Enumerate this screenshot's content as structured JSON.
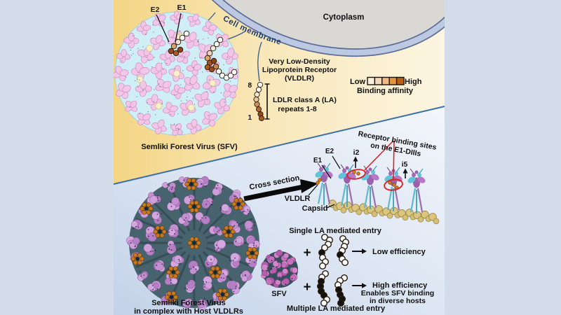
{
  "figure": {
    "top": {
      "cytoplasm_label": "Cytoplasm",
      "membrane_label": "Cell membrane",
      "e2_label": "E2",
      "e1_label": "E1",
      "virus_caption": "Semliki Forest Virus (SFV)",
      "receptor_name_line1": "Very Low-Density",
      "receptor_name_line2": "Lipoprotein Receptor",
      "receptor_name_line3": "(VLDLR)",
      "ldlr_line1": "LDLR class A (LA)",
      "ldlr_line2": "repeats 1-8",
      "repeat_top": "8",
      "repeat_bottom": "1",
      "affinity": {
        "low": "Low",
        "high": "High",
        "caption": "Binding affinity",
        "scale": [
          "#f8efdf",
          "#f3d9b6",
          "#eebb82",
          "#e2953f",
          "#bc6018"
        ]
      }
    },
    "bottom": {
      "cross_section_label": "Cross section",
      "complex_caption_line1": "Semliki Forest Virus",
      "complex_caption_line2": "in complex with Host VLDLRs",
      "cs": {
        "e2": "E2",
        "e1": "E1",
        "i2": "i2",
        "i5": "i5",
        "vldlr": "VLDLR",
        "capsid": "Capsid",
        "sites_line1": "Receptor binding sites",
        "sites_line2": "on the E1-DIIIs"
      },
      "entry": {
        "single_title": "Single LA mediated entry",
        "multiple_title": "Multiple LA mediated entry",
        "plus": "+",
        "sfv_label": "SFV",
        "low_result": "Low efficiency",
        "high_result": "High efficiency",
        "high_note_line1": "Enables SFV binding",
        "high_note_line2": "in diverse hosts",
        "chains": {
          "single": [
            [
              "w",
              "w",
              "w",
              "w",
              "b",
              "w",
              "w",
              "w"
            ],
            [
              "w",
              "w",
              "w",
              "w",
              "b",
              "w",
              "w"
            ]
          ],
          "multiple": [
            [
              "w",
              "w",
              "b",
              "b",
              "b",
              "b",
              "w",
              "w"
            ],
            [
              "w",
              "w",
              "w",
              "b",
              "b",
              "b",
              "b"
            ]
          ]
        }
      }
    },
    "colors": {
      "outer_bg": "#d3dde9",
      "extracellular_left": "#f4d584",
      "extracellular_right": "#fcf5e2",
      "cytoplasm_fill": "#d9d8d5",
      "membrane_fill": "#bdc9e2",
      "membrane_edge": "#5c6e95",
      "membrane_text": "#1c3d70",
      "divider_blue": "#3a6ea8",
      "e1_teal": "#2fb8b0",
      "e2_pink": "#f2b8d8",
      "cs_e1_cyan": "#45c2d8",
      "cs_e2_pink": "#f584c4",
      "vldlr_orange": "#e67817",
      "capsid_khaki": "#c9b455",
      "highlight_red": "#d92525",
      "bead_white": "#ffffff",
      "bead_black": "#111111",
      "bead_brown": "#96491d"
    }
  }
}
